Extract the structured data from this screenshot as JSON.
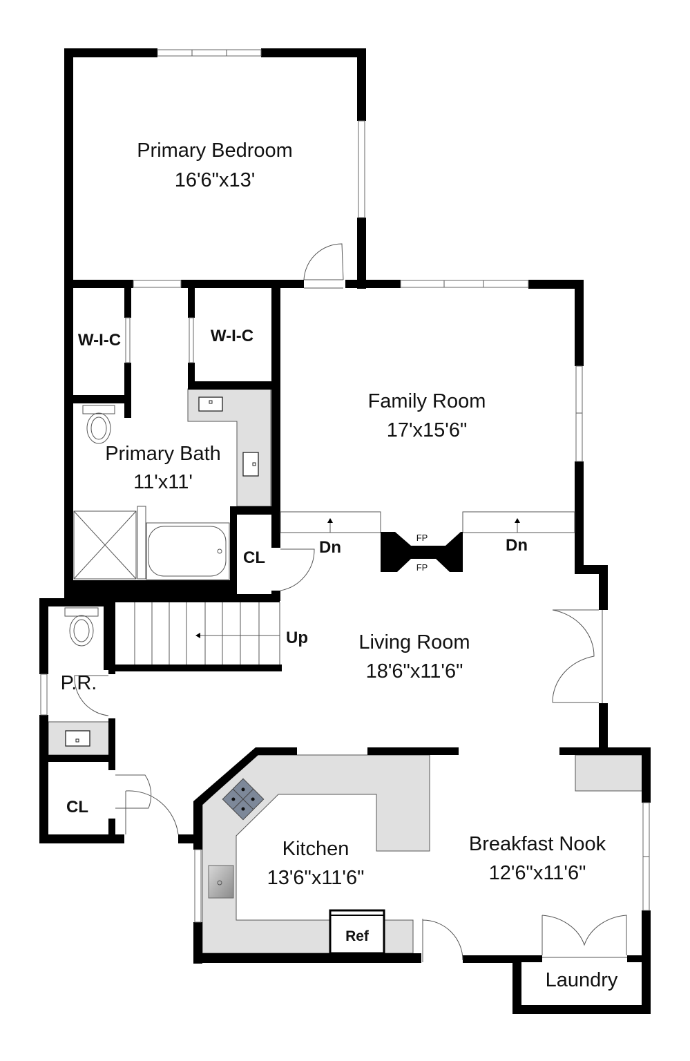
{
  "floor_plan": {
    "rooms": [
      {
        "id": "primary-bedroom",
        "name": "Primary Bedroom",
        "dimensions": "16'6\"x13'"
      },
      {
        "id": "family-room",
        "name": "Family Room",
        "dimensions": "17'x15'6\""
      },
      {
        "id": "primary-bath",
        "name": "Primary Bath",
        "dimensions": "11'x11'"
      },
      {
        "id": "living-room",
        "name": "Living Room",
        "dimensions": "18'6\"x11'6\""
      },
      {
        "id": "kitchen",
        "name": "Kitchen",
        "dimensions": "13'6\"x11'6\""
      },
      {
        "id": "breakfast-nook",
        "name": "Breakfast Nook",
        "dimensions": "12'6\"x11'6\""
      },
      {
        "id": "laundry",
        "name": "Laundry",
        "dimensions": ""
      },
      {
        "id": "powder-room",
        "name": "P.R.",
        "dimensions": ""
      }
    ],
    "small_labels": {
      "wic_left": "W-I-C",
      "wic_right": "W-I-C",
      "closet_bath": "CL",
      "closet_front": "CL",
      "stairs_up": "Up",
      "stairs_down_left": "Dn",
      "stairs_down_right": "Dn",
      "fireplace_top": "FP",
      "fireplace_bottom": "FP",
      "refrigerator": "Ref"
    },
    "fixtures": [
      "toilet-icon",
      "toilet-icon",
      "sink-icon",
      "sink-icon",
      "sink-icon",
      "bathtub-icon",
      "shower-icon",
      "stove-icon",
      "kitchen-sink-icon",
      "refrigerator-icon",
      "fireplace-icon",
      "stairs-icon"
    ],
    "colors": {
      "wall": "#000000",
      "counter": "#e0e0e0",
      "stove": "#7d8899",
      "background": "#ffffff"
    }
  }
}
